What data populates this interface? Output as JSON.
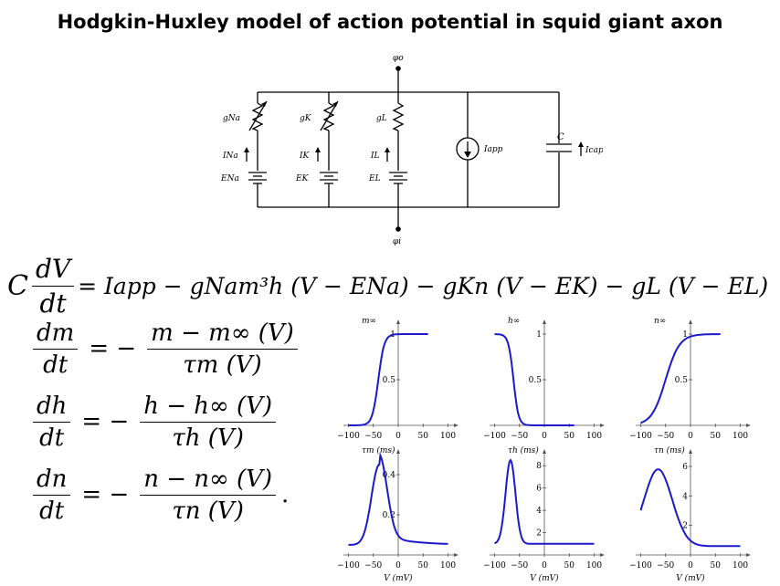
{
  "title": "Hodgkin-Huxley model of action potential in squid giant axon",
  "circuit": {
    "phi_o": "φo",
    "phi_i": "φi",
    "branches": [
      {
        "g": "gNa",
        "I": "INa",
        "E": "ENa"
      },
      {
        "g": "gK",
        "I": "IK",
        "E": "EK"
      },
      {
        "g": "gL",
        "I": "IL",
        "E": "EL"
      }
    ],
    "I_app": "Iapp",
    "C": "C",
    "I_cap": "Icap"
  },
  "equation_main": {
    "lhs_C": "C",
    "lhs_num": "dV",
    "lhs_den": "dt",
    "rhs": "= Iapp − gNam³h (V − ENa) − gKn (V − EK) − gL (V − EL)"
  },
  "odes": [
    {
      "num": "dm",
      "den": "dt",
      "rhs_num": "m − m∞ (V)",
      "rhs_den": "τm (V)",
      "end": ""
    },
    {
      "num": "dh",
      "den": "dt",
      "rhs_num": "h − h∞ (V)",
      "rhs_den": "τh (V)",
      "end": ""
    },
    {
      "num": "dn",
      "den": "dt",
      "rhs_num": "n − n∞ (V)",
      "rhs_den": "τn (V)",
      "end": "."
    }
  ],
  "plots": {
    "xticks": [
      "−100",
      "−50",
      "0",
      "50",
      "100"
    ],
    "xlabel": "V (mV)",
    "colors": {
      "curve": "#1a1acc",
      "axis": "#555555"
    },
    "top": [
      {
        "label": "m∞",
        "yticks": [
          "0.5",
          "1"
        ],
        "kind": "rising_steep"
      },
      {
        "label": "h∞",
        "yticks": [
          "0.5",
          "1"
        ],
        "kind": "falling"
      },
      {
        "label": "n∞",
        "yticks": [
          "0.5",
          "1"
        ],
        "kind": "rising_shallow"
      }
    ],
    "bottom": [
      {
        "label": "τm (ms)",
        "yticks": [
          "0.2",
          "0.4"
        ],
        "kind": "tau_m"
      },
      {
        "label": "τh (ms)",
        "yticks": [
          "2",
          "4",
          "6",
          "8"
        ],
        "kind": "tau_h"
      },
      {
        "label": "τn (ms)",
        "yticks": [
          "2",
          "4",
          "6"
        ],
        "kind": "tau_n"
      }
    ]
  }
}
